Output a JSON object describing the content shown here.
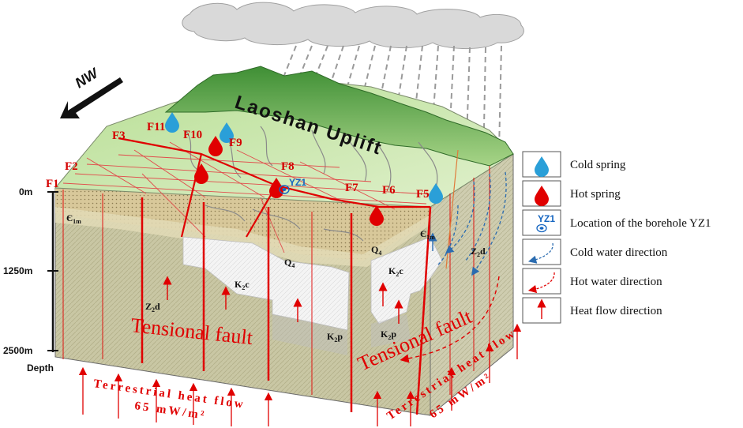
{
  "compass": {
    "label": "NW"
  },
  "title": {
    "text": "Laoshan  Uplift"
  },
  "faults": [
    {
      "label": "F1"
    },
    {
      "label": "F2"
    },
    {
      "label": "F3"
    },
    {
      "label": "F11"
    },
    {
      "label": "F10"
    },
    {
      "label": "F9"
    },
    {
      "label": "F8"
    },
    {
      "label": "F7"
    },
    {
      "label": "F6"
    },
    {
      "label": "F5"
    }
  ],
  "borehole": {
    "label": "YZ1"
  },
  "depth_axis": {
    "ticks": [
      {
        "label": "0m"
      },
      {
        "label": "1250m"
      },
      {
        "label": "2500m"
      }
    ],
    "title": "Depth"
  },
  "units": {
    "e1m_left": "Є",
    "e1m_left_sub": "1m",
    "e1m_right": "Є",
    "e1m_right_sub": "1m",
    "q4_a": "Q",
    "q4_a_sub": "4",
    "q4_b": "Q",
    "q4_b_sub": "4",
    "k2c_a": "K",
    "k2c_a_sub": "2",
    "k2c_a_suf": "c",
    "k2c_b": "K",
    "k2c_b_sub": "2",
    "k2c_b_suf": "c",
    "z2d_a": "Z",
    "z2d_a_sub": "2",
    "z2d_a_suf": "d",
    "z2d_b": "Z",
    "z2d_b_sub": "2",
    "z2d_b_suf": "d",
    "k2p_a": "K",
    "k2p_a_sub": "2",
    "k2p_a_suf": "p",
    "k2p_b": "K",
    "k2p_b_sub": "2",
    "k2p_b_suf": "p"
  },
  "annotations": {
    "tensional_left": "Tensional fault",
    "tensional_right": "Tensional fault",
    "heat_front_1": "Terrestrial heat flow",
    "heat_front_2": "65 mW/m²",
    "heat_side_1": "Terrestrial heat flow",
    "heat_side_2": "65 mW/m²"
  },
  "legend": {
    "items": [
      {
        "icon": "cold-spring-icon",
        "label": "Cold spring"
      },
      {
        "icon": "hot-spring-icon",
        "label": "Hot spring"
      },
      {
        "icon": "borehole-icon",
        "icon_label": "YZ1",
        "label": "Location of the borehole YZ1"
      },
      {
        "icon": "cold-water-arrow-icon",
        "label": "Cold water direction"
      },
      {
        "icon": "hot-water-arrow-icon",
        "label": "Hot water direction"
      },
      {
        "icon": "heat-flow-arrow-icon",
        "label": "Heat flow direction"
      }
    ]
  },
  "colors": {
    "cold_spring": "#2a9fd8",
    "hot_spring": "#e00000",
    "fault": "#e00000",
    "cold_arrow": "#2b6cb0",
    "top_green": "#a9d68a",
    "uplift_green": "#6fb552"
  }
}
